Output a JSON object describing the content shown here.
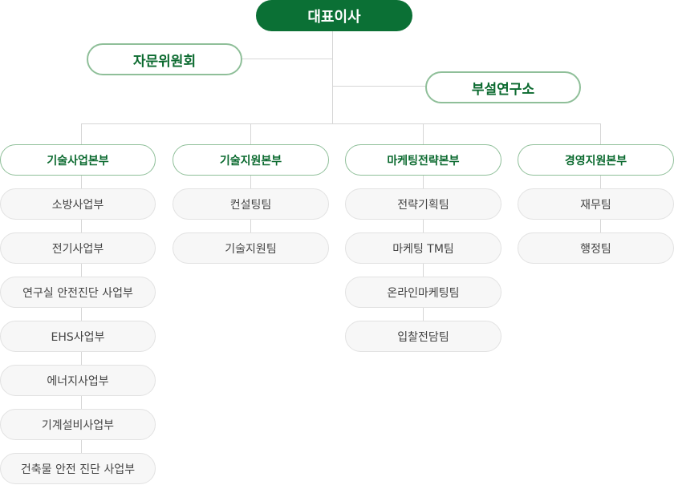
{
  "ceo": "대표이사",
  "advisory": "자문위원회",
  "research": "부설연구소",
  "divisions": [
    {
      "name": "기술사업본부",
      "teams": [
        "소방사업부",
        "전기사업부",
        "연구실 안전진단 사업부",
        "EHS사업부",
        "에너지사업부",
        "기계설비사업부",
        "건축물 안전 진단 사업부"
      ]
    },
    {
      "name": "기술지원본부",
      "teams": [
        "컨설팅팀",
        "기술지원팀"
      ]
    },
    {
      "name": "마케팅전략본부",
      "teams": [
        "전략기획팀",
        "마케팅 TM팀",
        "온라인마케팅팀",
        "입찰전담팀"
      ]
    },
    {
      "name": "경영지원본부",
      "teams": [
        "재무팀",
        "행정팀"
      ]
    }
  ]
}
